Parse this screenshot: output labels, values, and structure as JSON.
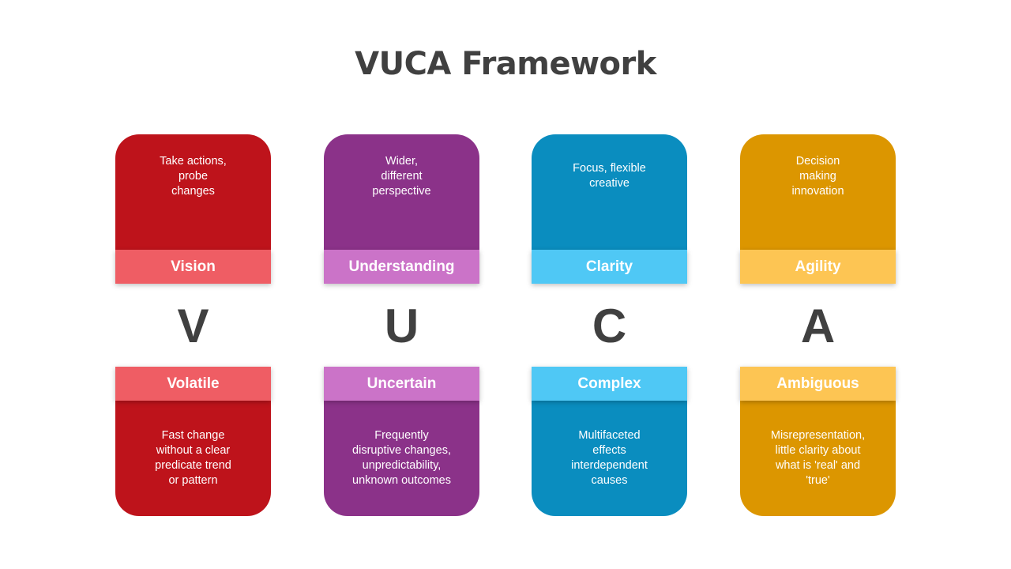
{
  "title": "VUCA Framework",
  "columns": [
    {
      "letter": "V",
      "top_label": "Vision",
      "top_text": "Take actions,\nprobe\nchanges",
      "bottom_label": "Volatile",
      "bottom_text": "Fast change\nwithout a clear\npredicate trend\nor pattern",
      "dark": "#BE131B",
      "light": "#EF5D64"
    },
    {
      "letter": "U",
      "top_label": "Understanding",
      "top_text": "Wider,\ndifferent\nperspective",
      "bottom_label": "Uncertain",
      "bottom_text": "Frequently\ndisruptive changes,\nunpredictability,\nunknown outcomes",
      "dark": "#8B3289",
      "light": "#CB73C8"
    },
    {
      "letter": "C",
      "top_label": "Clarity",
      "top_text": "Focus, flexible\ncreative",
      "bottom_label": "Complex",
      "bottom_text": "Multifaceted\neffects\ninterdependent\ncauses",
      "dark": "#0A8DBF",
      "light": "#4FC8F5"
    },
    {
      "letter": "A",
      "top_label": "Agility",
      "top_text": "Decision\nmaking\ninnovation",
      "bottom_label": "Ambiguous",
      "bottom_text": "Misrepresentation,\nlittle clarity about\nwhat is 'real' and\n'true'",
      "dark": "#DC9600",
      "light": "#FDC553"
    }
  ]
}
